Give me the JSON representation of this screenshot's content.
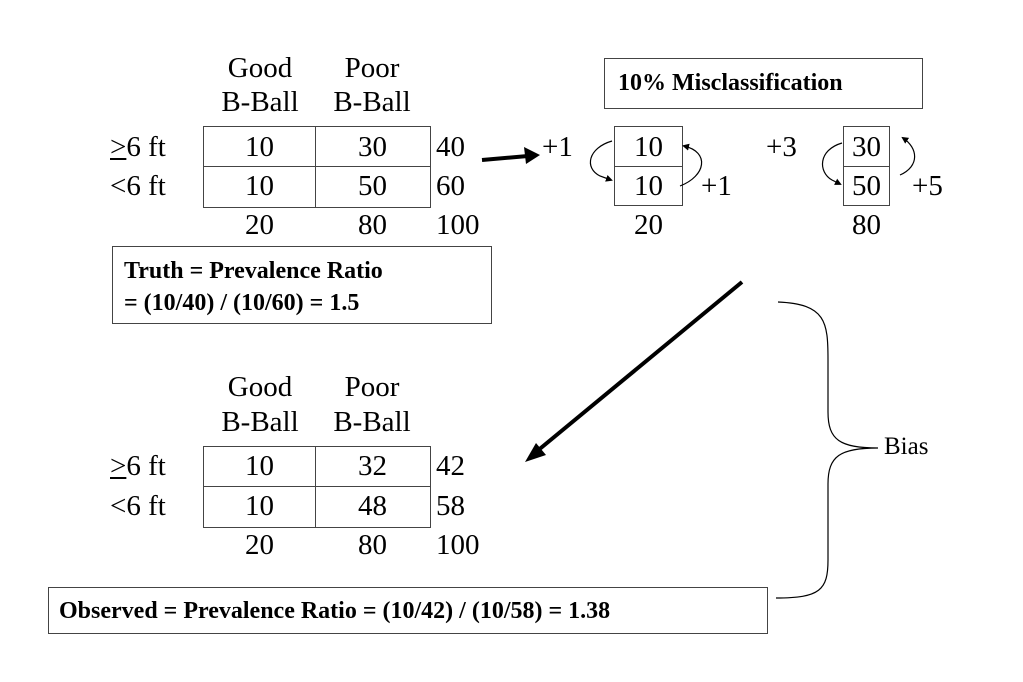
{
  "top_table": {
    "col_headers": [
      {
        "line1": "Good",
        "line2": "B-Ball"
      },
      {
        "line1": "Poor",
        "line2": "B-Ball"
      }
    ],
    "rows": [
      {
        "label_ge": ">",
        "label_rest": "6 ft",
        "cells": [
          "10",
          "30"
        ],
        "total": "40"
      },
      {
        "label": "<6 ft",
        "cells": [
          "10",
          "50"
        ],
        "total": "60"
      }
    ],
    "col_totals": [
      "20",
      "80"
    ],
    "grand_total": "100"
  },
  "misclassification": {
    "title": "10% Misclassification",
    "left": {
      "top": "10",
      "bottom": "10",
      "total": "20",
      "add_top": "+1",
      "add_bottom": "+1"
    },
    "right": {
      "top": "30",
      "bottom": "50",
      "total": "80",
      "add_top": "+3",
      "add_bottom": "+5"
    }
  },
  "truth_box": {
    "line1": "Truth  = Prevalence Ratio",
    "line2": "= (10/40) / (10/60) = 1.5"
  },
  "bottom_table": {
    "col_headers": [
      {
        "line1": "Good",
        "line2": "B-Ball"
      },
      {
        "line1": "Poor",
        "line2": "B-Ball"
      }
    ],
    "rows": [
      {
        "label_ge": ">",
        "label_rest": "6 ft",
        "cells": [
          "10",
          "32"
        ],
        "total": "42"
      },
      {
        "label": "<6 ft",
        "cells": [
          "10",
          "48"
        ],
        "total": "58"
      }
    ],
    "col_totals": [
      "20",
      "80"
    ],
    "grand_total": "100"
  },
  "bias_label": "Bias",
  "observed_box": "Observed  = Prevalence Ratio = (10/42) / (10/58) = 1.38"
}
